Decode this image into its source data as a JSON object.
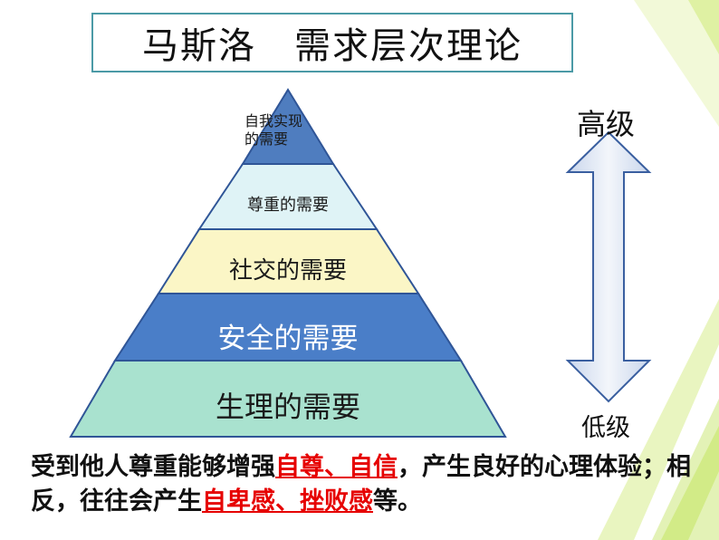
{
  "title": "马斯洛　需求层次理论",
  "pyramid": {
    "levels": [
      {
        "label_line1": "自我实现",
        "label_line2": "的需要",
        "color": "#4f7dbf"
      },
      {
        "label": "尊重的需要",
        "color": "#dff3f6"
      },
      {
        "label": "社交的需要",
        "color": "#fbf6c6"
      },
      {
        "label": "安全的需要",
        "color": "#4a7ec8"
      },
      {
        "label": "生理的需要",
        "color": "#a9e2cf"
      }
    ],
    "outline_color": "#2f5597"
  },
  "arrow": {
    "top_label": "高级",
    "bottom_label": "低级"
  },
  "caption": {
    "part1": "受到他人尊重能够增强",
    "highlight1": "自尊、自信",
    "part2": "，产生良好的心理体验；相反，往往会产生",
    "highlight2": "自卑感、挫败感",
    "part3": "等。"
  },
  "colors": {
    "highlight": "#e60000",
    "title_border": "#4b9aa6",
    "decoration_green": "#c8e66e"
  }
}
